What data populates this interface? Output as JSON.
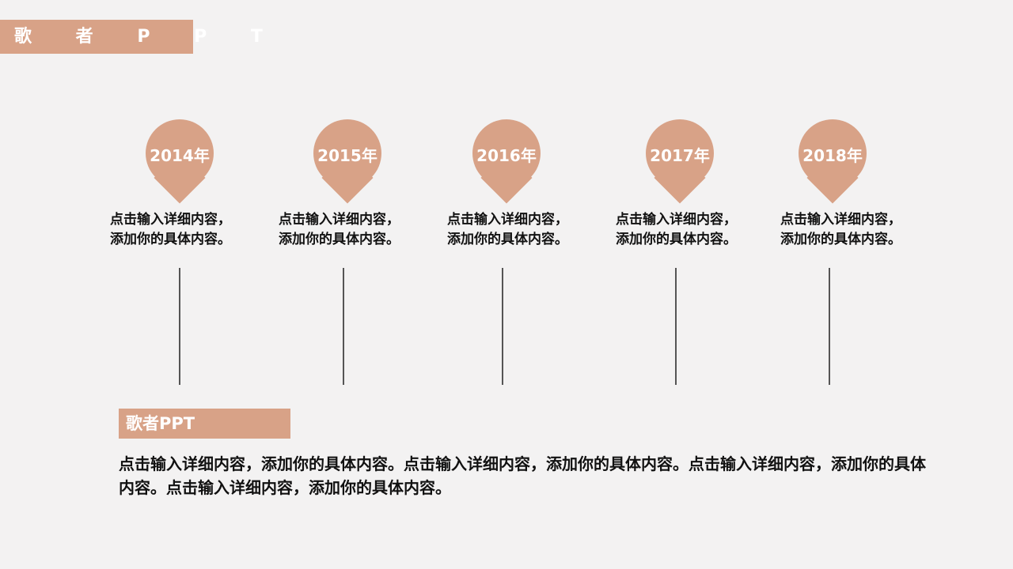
{
  "header": {
    "brand": "歌 者 P P T"
  },
  "timeline": [
    {
      "year": "2014年",
      "line1": "点击输入详细内容，",
      "line2": "添加你的具体内容。"
    },
    {
      "year": "2015年",
      "line1": "点击输入详细内容，",
      "line2": "添加你的具体内容。"
    },
    {
      "year": "2016年",
      "line1": "点击输入详细内容，",
      "line2": "添加你的具体内容。"
    },
    {
      "year": "2017年",
      "line1": "点击输入详细内容，",
      "line2": "添加你的具体内容。"
    },
    {
      "year": "2018年",
      "line1": "点击输入详细内容，",
      "line2": "添加你的具体内容。"
    }
  ],
  "section": {
    "title": "歌者PPT",
    "body": "点击输入详细内容，添加你的具体内容。点击输入详细内容，添加你的具体内容。点击输入详细内容，添加你的具体内容。点击输入详细内容，添加你的具体内容。"
  },
  "colors": {
    "accent": "#d8a287",
    "background": "#f3f2f2",
    "text": "#111111",
    "line": "#555555"
  }
}
